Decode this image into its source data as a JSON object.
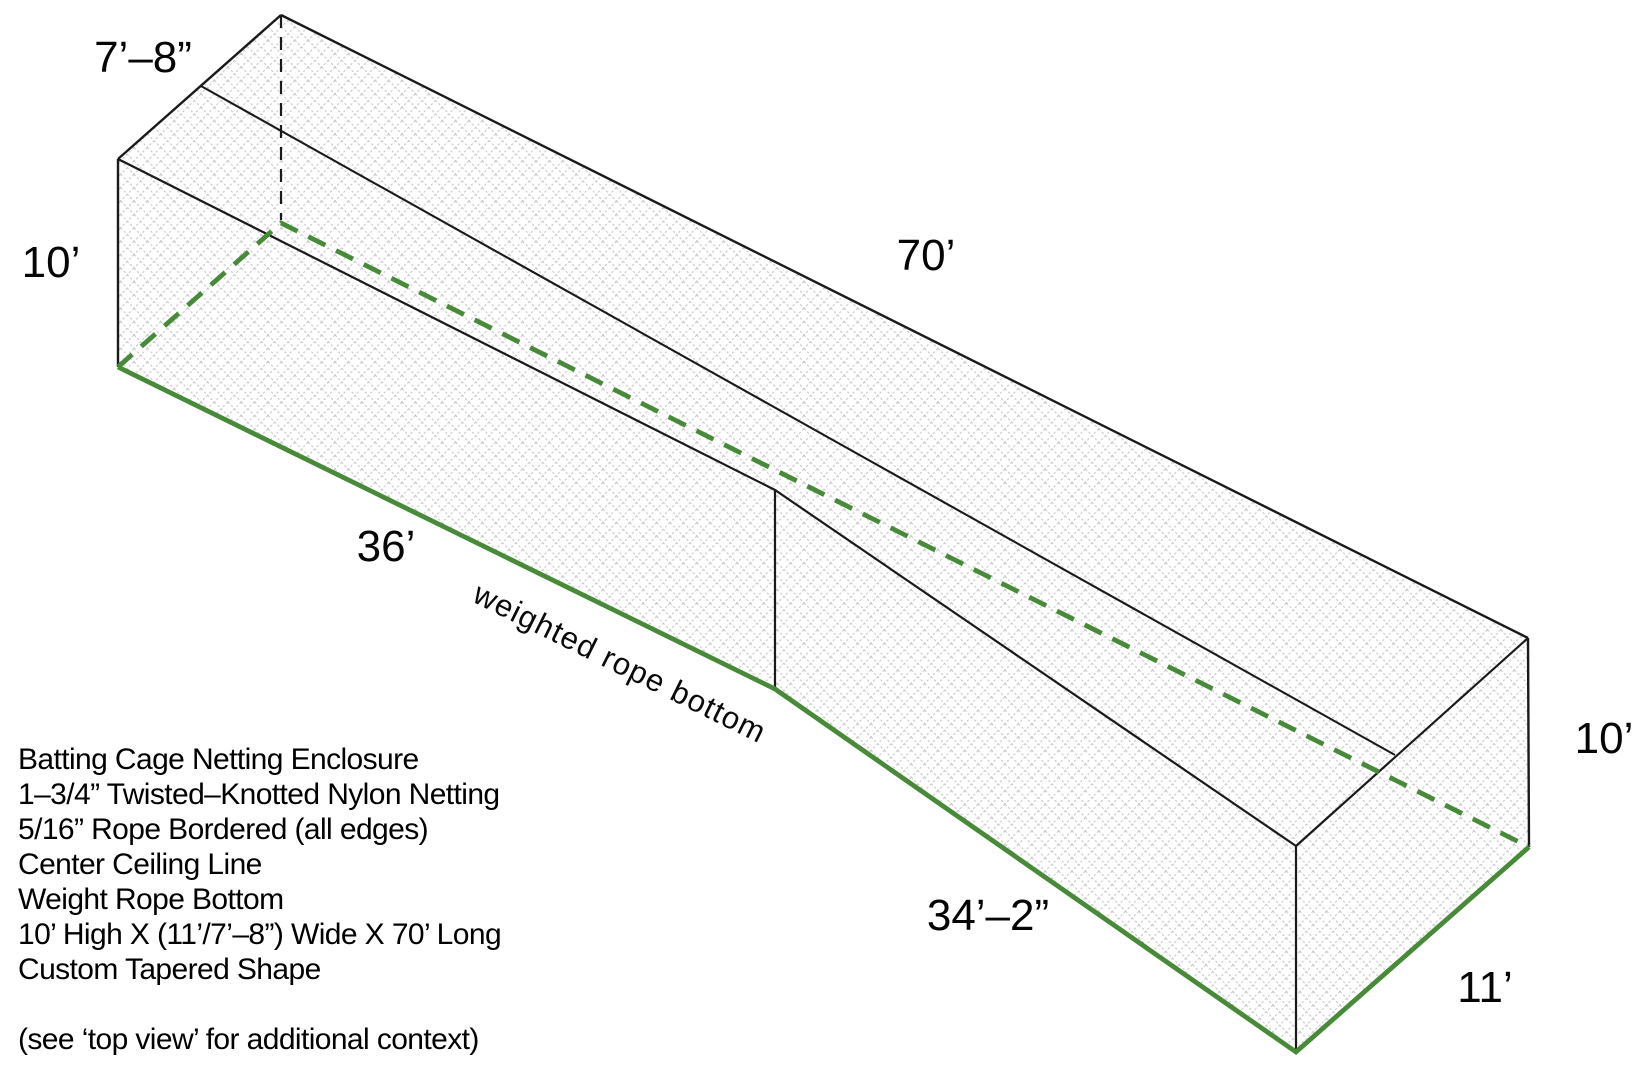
{
  "diagram": {
    "title_implicit": "Batting cage netting enclosure isometric drawing",
    "labels": {
      "end_width_back": "7’–8”",
      "height_back": "10’",
      "length_top": "70’",
      "front_straight": "36’",
      "rope": "weighted rope bottom",
      "front_tapered": "34’–2”",
      "end_width_front": "11’",
      "height_front": "10’"
    },
    "colors": {
      "rope_green": "#478a38",
      "line_black": "#1a1a1a",
      "hatch_gray": "#c7c7c7"
    }
  },
  "specs": {
    "lines": [
      "Batting Cage Netting Enclosure",
      "1–3/4” Twisted–Knotted Nylon Netting",
      "5/16” Rope Bordered (all edges)",
      "Center Ceiling Line",
      "Weight Rope Bottom",
      "10’ High X (11’/7’–8”) Wide X 70’ Long",
      "Custom Tapered Shape"
    ],
    "note": "(see ‘top view’ for additional context)"
  }
}
